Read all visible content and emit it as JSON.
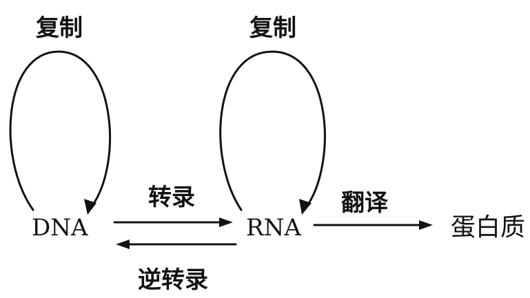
{
  "nodes": {
    "dna": "DNA",
    "rna": "RNA",
    "protein": "蛋白质"
  },
  "processes": {
    "dna_replication": "复制",
    "rna_replication": "复制",
    "transcription": "转录",
    "reverse_transcription": "逆转录",
    "translation": "翻译"
  }
}
